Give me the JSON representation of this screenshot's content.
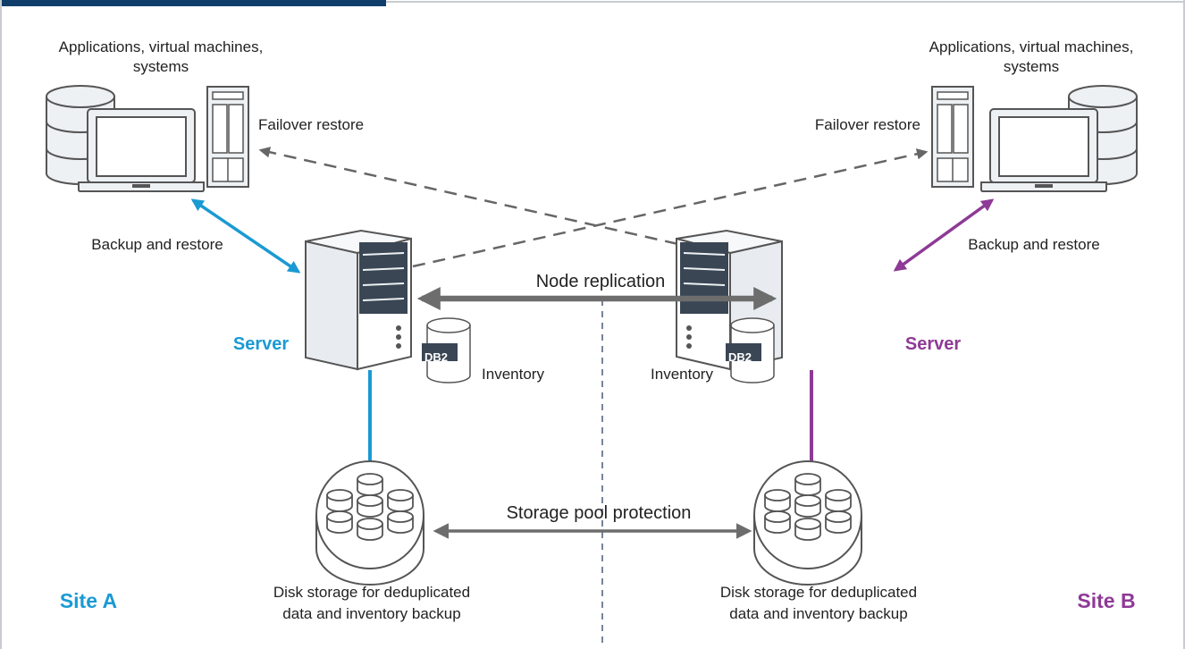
{
  "colors": {
    "site_a": "#1a9ad3",
    "site_b": "#8e3a96",
    "header_dark": "#0f3e6b",
    "arrow_gray": "#6d6d6d",
    "dashed_gray": "#666666",
    "icon_fill": "#eef1f4",
    "icon_stroke": "#555555",
    "panel_dark": "#3a4654"
  },
  "labels": {
    "apps_left": [
      "Applications, virtual machines,",
      "systems"
    ],
    "apps_right": [
      "Applications, virtual machines,",
      "systems"
    ],
    "failover_left": "Failover restore",
    "failover_right": "Failover restore",
    "backup_left": "Backup and restore",
    "backup_right": "Backup and restore",
    "node_replication": "Node replication",
    "server_left": "Server",
    "server_right": "Server",
    "db2_left": "DB2",
    "db2_right": "DB2",
    "inventory_left": "Inventory",
    "inventory_right": "Inventory",
    "storage_pool": "Storage pool protection",
    "disk_left": [
      "Disk storage for deduplicated",
      "data and inventory backup"
    ],
    "disk_right": [
      "Disk storage for deduplicated",
      "data and inventory backup"
    ],
    "site_a": "Site A",
    "site_b": "Site B"
  },
  "icons": {
    "header_bar": "header-tab",
    "db_stack": "database-stack-icon",
    "laptop": "laptop-icon",
    "tower_small": "tower-server-icon",
    "server": "server-icon",
    "db2_cylinder": "db2-database-icon",
    "disk_pool": "disk-storage-pool-icon"
  }
}
